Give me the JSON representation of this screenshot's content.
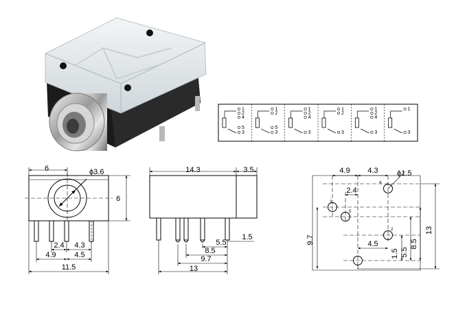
{
  "photo": {
    "subject": "3.5mm stereo audio jack, transparent top housing, black base, chrome barrel"
  },
  "schematics": [
    {
      "pins_top": [
        "1",
        "2",
        "4"
      ],
      "pins_bottom": [
        "5",
        "3"
      ]
    },
    {
      "pins_top": [
        "1",
        "2"
      ],
      "pins_bottom": [
        "5",
        "3"
      ]
    },
    {
      "pins_top": [
        "1",
        "2",
        "4"
      ],
      "pins_bottom": [
        "3"
      ]
    },
    {
      "pins_top": [
        "1",
        "2"
      ],
      "pins_bottom": [
        "3"
      ]
    },
    {
      "pins_top": [
        "1",
        "2",
        "4"
      ],
      "pins_bottom": [
        "3"
      ]
    },
    {
      "pins_top": [
        "1"
      ],
      "pins_bottom": [
        "3"
      ]
    }
  ],
  "front_view": {
    "dims": {
      "width_top": "6",
      "bore": "ϕ3.6",
      "height": "6",
      "pin_pitch_a": "2.4",
      "pin_pitch_b": "4.3",
      "span_a": "4.9",
      "span_b": "4.5",
      "overall": "11.5"
    }
  },
  "side_view": {
    "dims": {
      "length": "14.3",
      "nose": "3.5",
      "d1": "1.5",
      "d2": "5.5",
      "d3": "8.5",
      "d4": "9.7",
      "overall": "13"
    }
  },
  "footprint": {
    "dims": {
      "top_a": "4.9",
      "top_b": "4.3",
      "hole": "ϕ1.5",
      "x_2_4": "2.4",
      "left_h": "9.7",
      "x_4_5": "4.5",
      "y_1_5": "1.5",
      "y_5_5": "5.5",
      "y_8_5": "8.5",
      "y_13": "13"
    },
    "pin_labels": [
      "1",
      "2",
      "3",
      "4",
      "5"
    ]
  }
}
